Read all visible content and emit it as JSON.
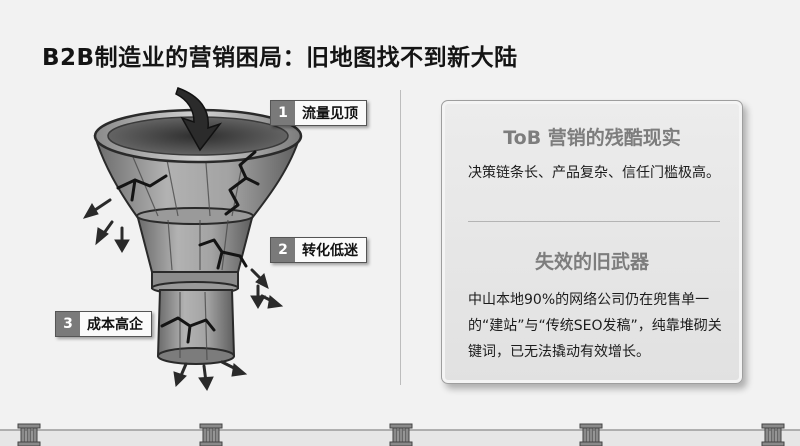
{
  "title": "B2B制造业的营销困局：旧地图找不到新大陆",
  "callouts": [
    {
      "num": "1",
      "label": "流量见顶"
    },
    {
      "num": "2",
      "label": "转化低迷"
    },
    {
      "num": "3",
      "label": "成本高企"
    }
  ],
  "card": {
    "heading1": "ToB 营销的残酷现实",
    "text1": "决策链条长、产品复杂、信任门槛极高。",
    "heading2": "失效的旧武器",
    "text2": "中山本地90%的网络公司仍在兜售单一的“建站”与“传统SEO发稿”，纯靠堆砌关键词，已无法撬动有效增长。"
  },
  "colors": {
    "background": "#f2f2f2",
    "card_heading": "#7d7d7d",
    "callout_badge": "#7a7a7a"
  },
  "icons": [
    "funnel-illustration",
    "arrow-down-icon",
    "crack-icon",
    "leak-arrow-icon",
    "pillar-icon"
  ]
}
